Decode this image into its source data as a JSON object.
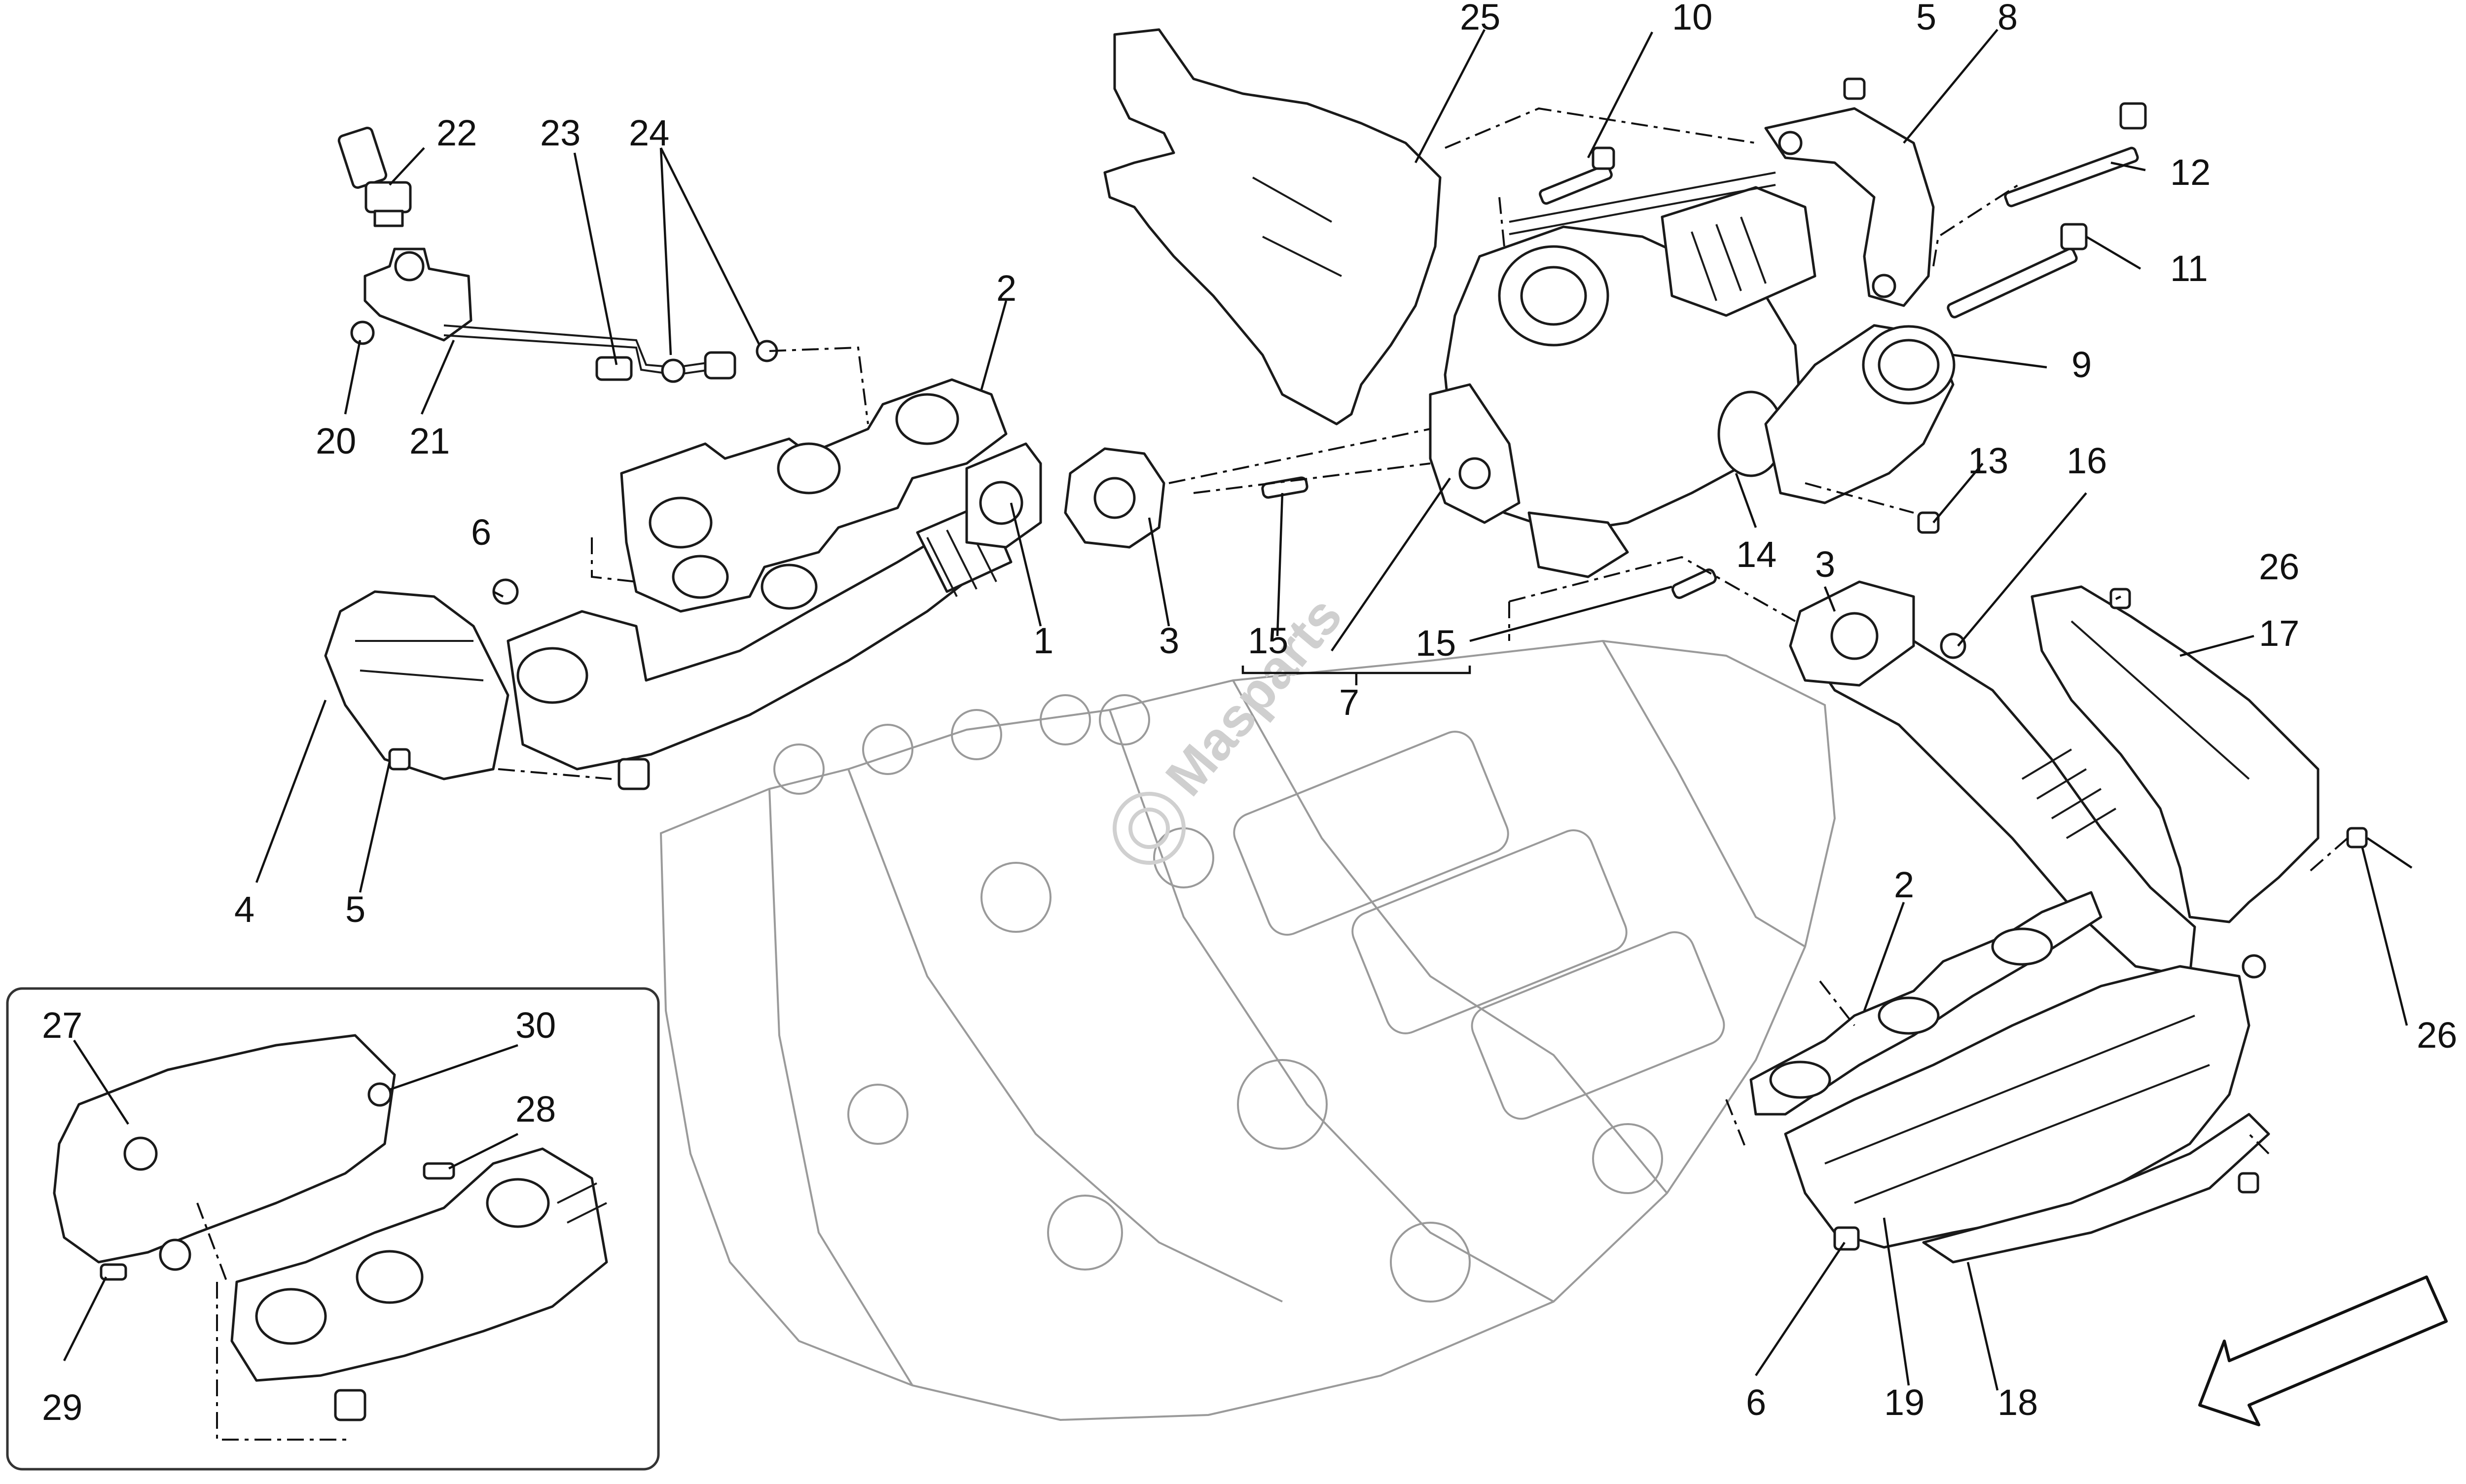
{
  "diagram": {
    "callouts": [
      {
        "id": "c1",
        "label": "1"
      },
      {
        "id": "c2a",
        "label": "2"
      },
      {
        "id": "c2b",
        "label": "2"
      },
      {
        "id": "c3a",
        "label": "3"
      },
      {
        "id": "c3b",
        "label": "3"
      },
      {
        "id": "c4",
        "label": "4"
      },
      {
        "id": "c5a",
        "label": "5"
      },
      {
        "id": "c5b",
        "label": "5"
      },
      {
        "id": "c6a",
        "label": "6"
      },
      {
        "id": "c6b",
        "label": "6"
      },
      {
        "id": "c7",
        "label": "7"
      },
      {
        "id": "c8",
        "label": "8"
      },
      {
        "id": "c9",
        "label": "9"
      },
      {
        "id": "c10",
        "label": "10"
      },
      {
        "id": "c11",
        "label": "11"
      },
      {
        "id": "c12",
        "label": "12"
      },
      {
        "id": "c13",
        "label": "13"
      },
      {
        "id": "c14",
        "label": "14"
      },
      {
        "id": "c15a",
        "label": "15"
      },
      {
        "id": "c15b",
        "label": "15"
      },
      {
        "id": "c16",
        "label": "16"
      },
      {
        "id": "c17",
        "label": "17"
      },
      {
        "id": "c18",
        "label": "18"
      },
      {
        "id": "c19",
        "label": "19"
      },
      {
        "id": "c20",
        "label": "20"
      },
      {
        "id": "c21",
        "label": "21"
      },
      {
        "id": "c22",
        "label": "22"
      },
      {
        "id": "c23",
        "label": "23"
      },
      {
        "id": "c24",
        "label": "24"
      },
      {
        "id": "c25",
        "label": "25"
      },
      {
        "id": "c26a",
        "label": "26"
      },
      {
        "id": "c26b",
        "label": "26"
      },
      {
        "id": "c27",
        "label": "27"
      },
      {
        "id": "c28",
        "label": "28"
      },
      {
        "id": "c29",
        "label": "29"
      },
      {
        "id": "c30",
        "label": "30"
      }
    ],
    "watermark": "Masparts",
    "colors": {
      "line": "#1a1a1a",
      "engine_line": "#9a9a9a",
      "watermark": "#c8c8c8",
      "background": "#ffffff"
    },
    "icons": [
      "front-direction-arrow-icon",
      "masparts-logo-icon"
    ]
  }
}
